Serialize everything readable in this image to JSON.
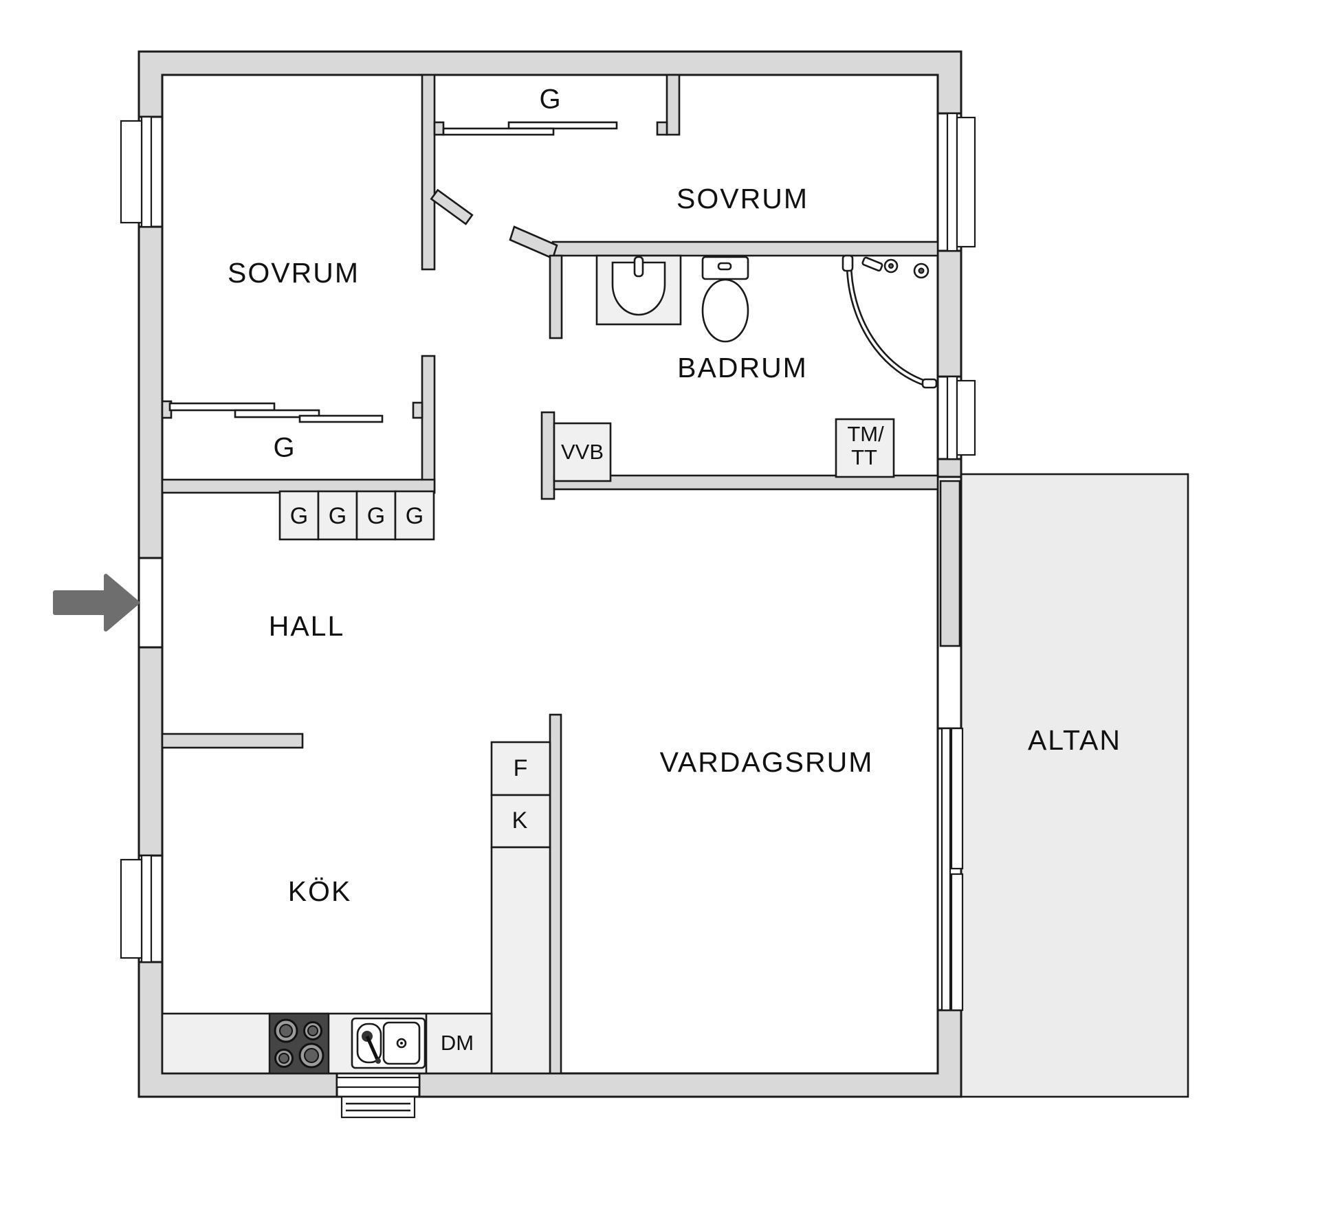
{
  "plan": {
    "type": "apartment-floor-plan",
    "rooms": {
      "bedroom1": "SOVRUM",
      "bedroom2": "SOVRUM",
      "bathroom": "BADRUM",
      "hall": "HALL",
      "kitchen": "KÖK",
      "living_room": "VARDAGSRUM",
      "terrace": "ALTAN"
    },
    "closets": {
      "walkin_bedroom1": "G",
      "walkin_bedroom2": "G",
      "wardrobes": [
        "G",
        "G",
        "G",
        "G"
      ]
    },
    "appliances": {
      "water_heater": "VVB",
      "washer_dryer_line1": "TM/",
      "washer_dryer_line2": "TT",
      "freezer": "F",
      "fridge": "K",
      "dishwasher": "DM"
    },
    "icons": {
      "entry": "entry-arrow-icon",
      "bathroom": [
        "sink-icon",
        "toilet-icon",
        "shower-icon"
      ],
      "kitchen": [
        "stove-icon",
        "kitchen-sink-icon"
      ]
    },
    "colors": {
      "wall": "#d9d9d9",
      "fixture": "#f0f0f0",
      "terrace": "#ececec",
      "outline": "#1a1a1a",
      "arrow": "#6e6e6e",
      "stove": "#454545"
    }
  }
}
